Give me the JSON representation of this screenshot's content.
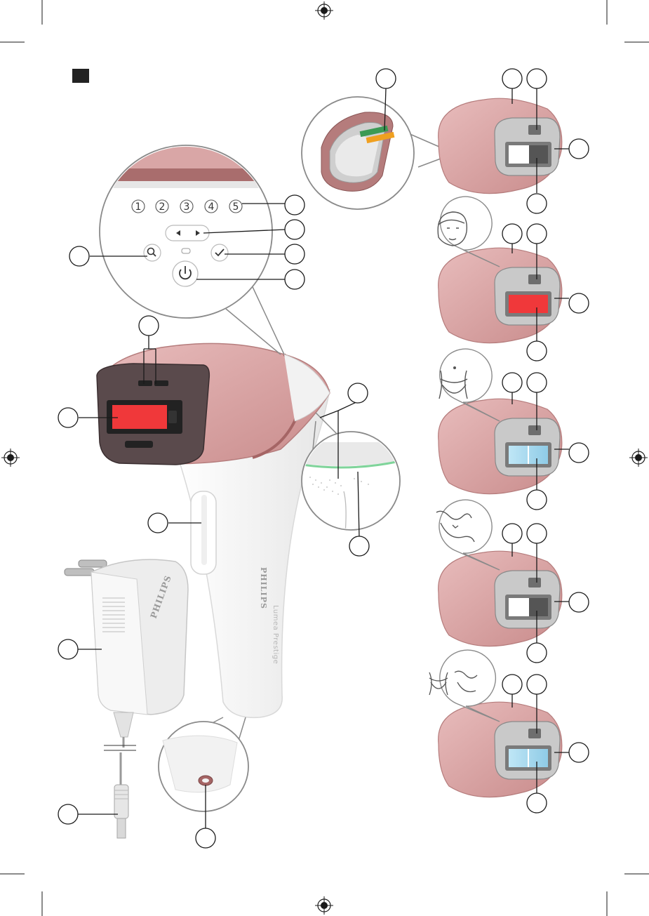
{
  "brand": {
    "device_logo": "PHILIPS",
    "adapter_logo": "PHILIPS",
    "model_name": "Lumea Prestige"
  },
  "control_panel": {
    "intensity_levels": [
      "1",
      "2",
      "3",
      "4",
      "5"
    ]
  },
  "colors": {
    "rose_gold": "#d7a4a4",
    "rose_dark": "#b57c7c",
    "flash_red": "#f0383a",
    "filter_blue": "#a9d9ef",
    "sensor_green": "#3c9a54",
    "sensor_orange": "#f0a020",
    "ring_green": "#7fd49a",
    "device_white": "#f4f4f4",
    "lens_gray": "#8a8a8a"
  },
  "icons": [
    "search-icon",
    "left-arrow-icon",
    "right-arrow-icon",
    "check-icon",
    "power-icon",
    "face-icon",
    "bikini-icon",
    "underarm-icon",
    "body-icon",
    "registration-mark-icon"
  ],
  "callouts": {
    "count": 30
  }
}
